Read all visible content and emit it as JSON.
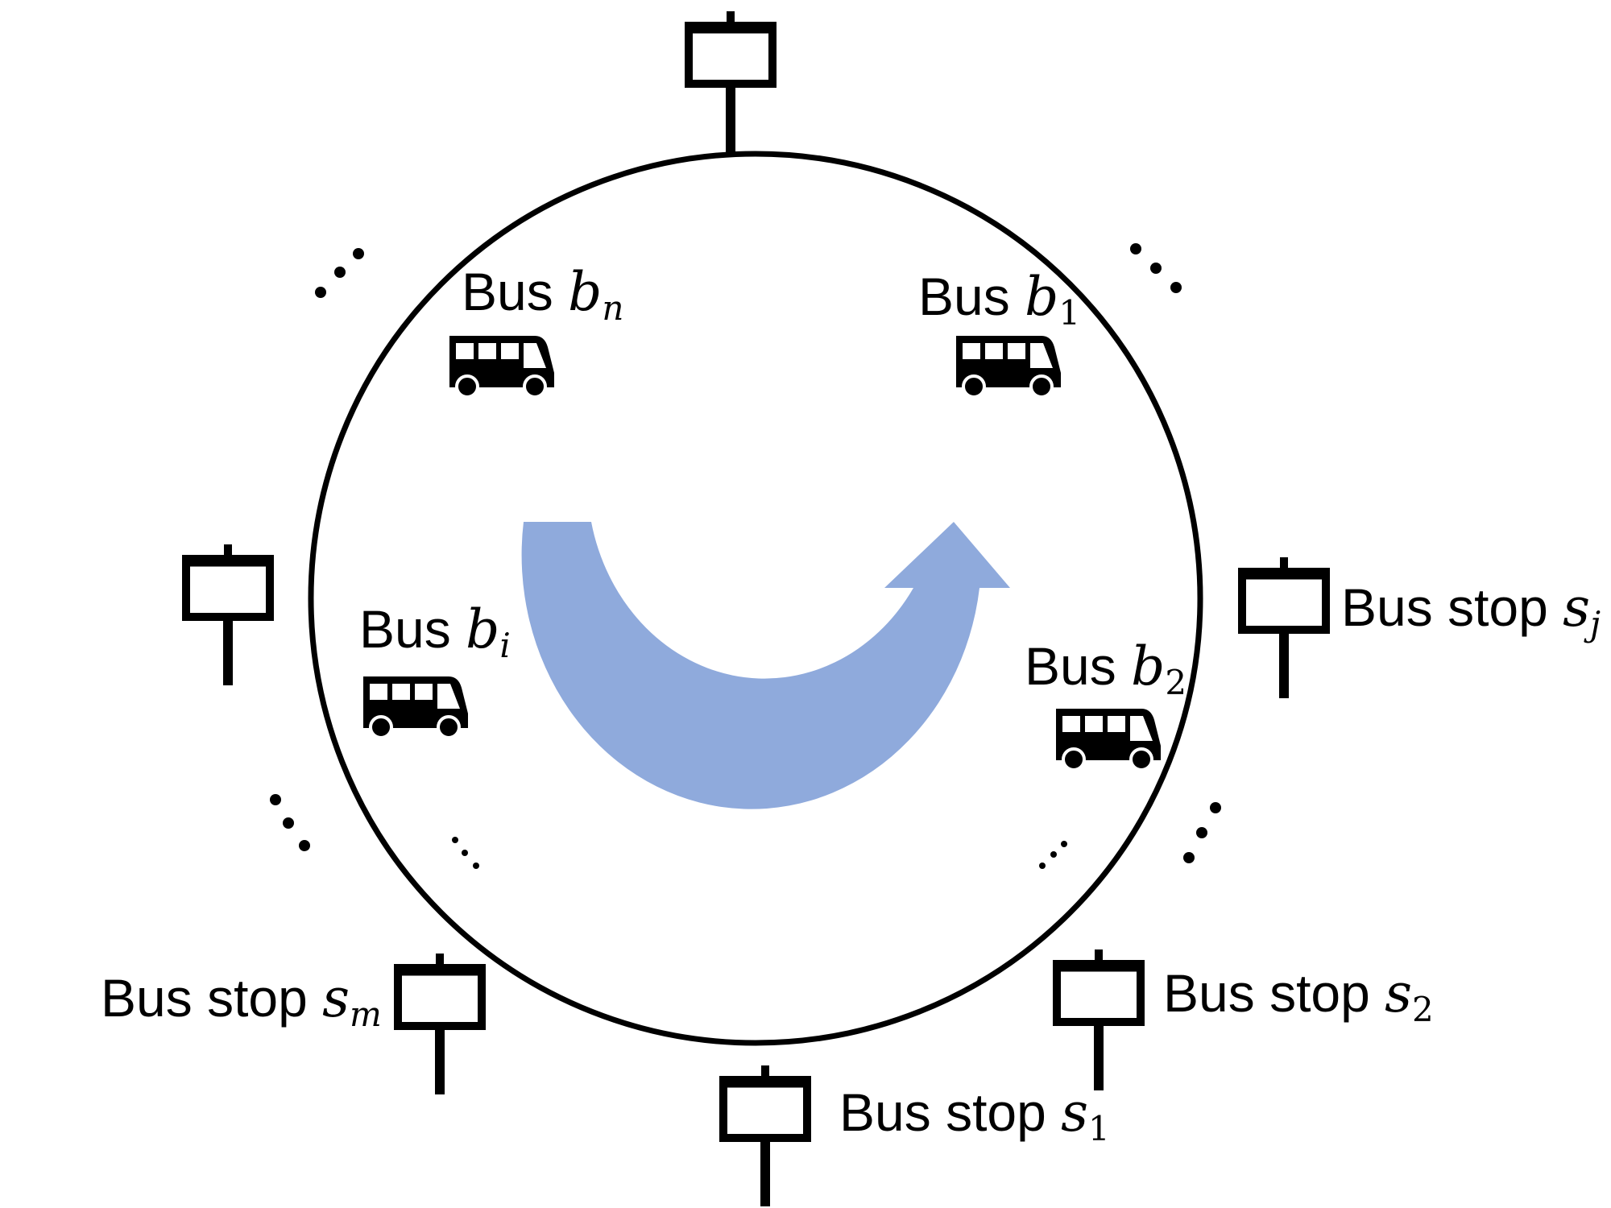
{
  "colors": {
    "stroke": "#000000",
    "arrow": "#8FAADC",
    "background": "#ffffff"
  },
  "icons": {
    "bus": "bus-icon",
    "stop": "bus-stop-sign-icon"
  },
  "buses": [
    {
      "prefix": "Bus",
      "var": "b",
      "sub": "n"
    },
    {
      "prefix": "Bus",
      "var": "b",
      "sub": "1"
    },
    {
      "prefix": "Bus",
      "var": "b",
      "sub": "i"
    },
    {
      "prefix": "Bus",
      "var": "b",
      "sub": "2"
    }
  ],
  "stops": [
    {
      "prefix": "Bus stop",
      "var": "s",
      "sub": "j"
    },
    {
      "prefix": "Bus stop",
      "var": "s",
      "sub": "2"
    },
    {
      "prefix": "Bus stop",
      "var": "s",
      "sub": "1"
    },
    {
      "prefix": "Bus stop",
      "var": "s",
      "sub": "m"
    }
  ]
}
